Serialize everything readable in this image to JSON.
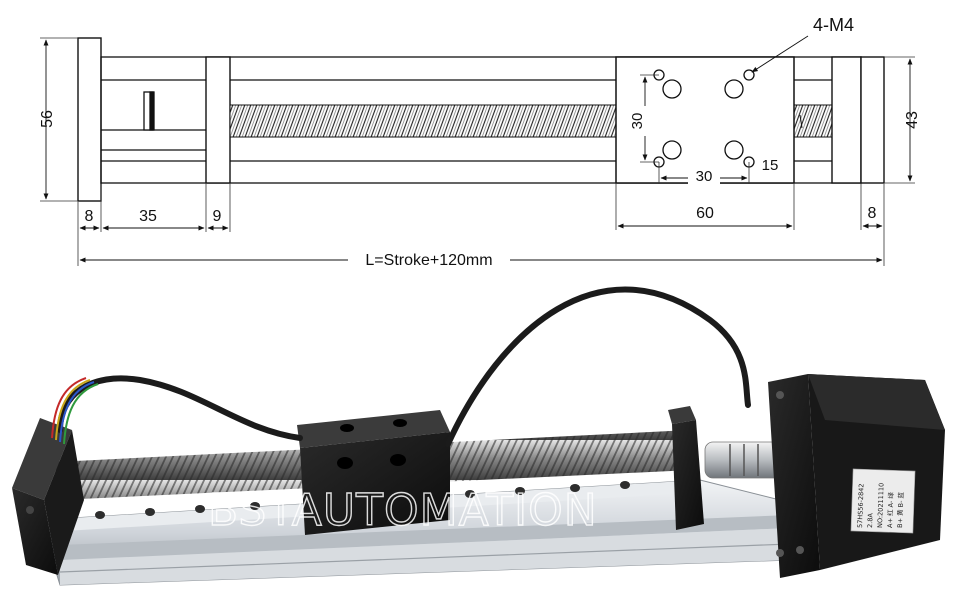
{
  "drawing": {
    "dims": {
      "height_left": "56",
      "height_right": "43",
      "end_plate_left": "8",
      "gap_left": "35",
      "bearing_left": "9",
      "carriage_width": "60",
      "end_plate_right": "8",
      "hole_spacing_horizontal": "30",
      "hole_spacing_vertical": "30",
      "hole_offset": "15",
      "hole_callout": "4-M4",
      "total_length": "L=Stroke+120mm"
    }
  },
  "photo": {
    "watermark": "BSTAUTOMATION",
    "motor_label": [
      "57HS56-2842",
      "2.8A",
      "NO:20211110",
      "A+ 红  A- 绿",
      "B+ 黄  B- 蓝"
    ]
  },
  "colors": {
    "line": "#111111",
    "rail": "#d9dde2",
    "black_part": "#141414",
    "cable": "#1b1b1b"
  }
}
